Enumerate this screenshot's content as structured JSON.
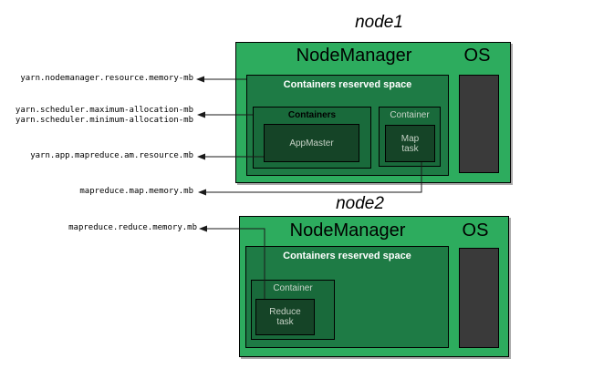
{
  "diagram": {
    "nodes": [
      {
        "title": "node1",
        "nodemanager": "NodeManager",
        "os": "OS",
        "os_block": "os-memory-block",
        "reserved": "Containers reserved space",
        "containers_label": "Containers",
        "appmaster": "AppMaster",
        "container_label": "Container",
        "map_task": "Map\ntask"
      },
      {
        "title": "node2",
        "nodemanager": "NodeManager",
        "os": "OS",
        "os_block": "os-memory-block",
        "reserved": "Containers reserved space",
        "container_label": "Container",
        "reduce_task": "Reduce\ntask"
      }
    ],
    "params": {
      "nodemanager_memory": "yarn.nodemanager.resource.memory-mb",
      "scheduler_max": "yarn.scheduler.maximum-allocation-mb",
      "scheduler_min": "yarn.scheduler.minimum-allocation-mb",
      "am_resource": "yarn.app.mapreduce.am.resource.mb",
      "map_memory": "mapreduce.map.memory.mb",
      "reduce_memory": "mapreduce.reduce.memory.mb"
    },
    "colors": {
      "node_bg": "#2dac5e",
      "reserved_bg": "#1e7b45",
      "container_bg": "#196a3b",
      "task_bg": "#154427",
      "os_block_bg": "#3a3a3a",
      "line": "#1a1a1a",
      "reserved_text": "#ffffff",
      "task_text": "#c6d2c6"
    }
  }
}
